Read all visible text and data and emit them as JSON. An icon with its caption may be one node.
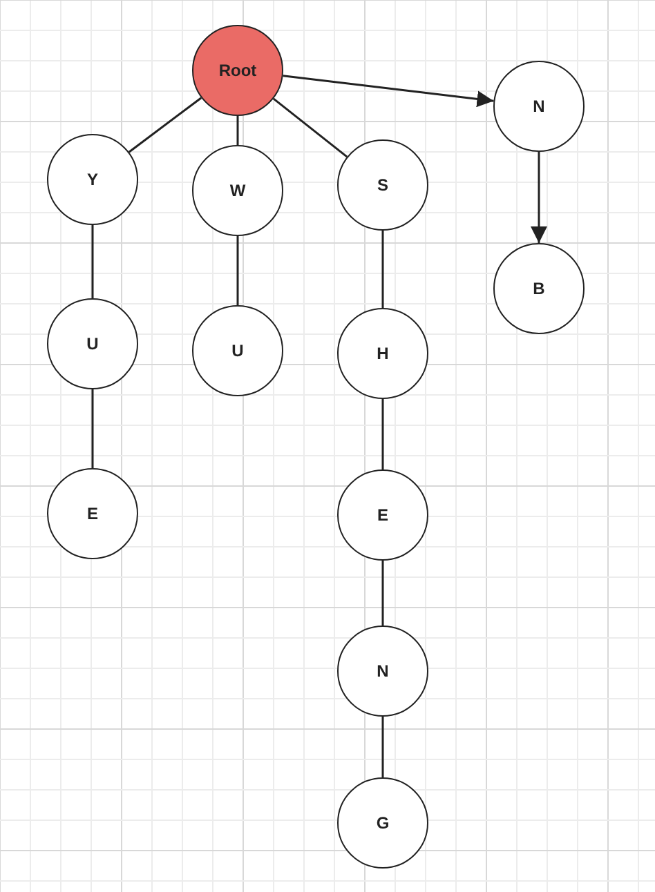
{
  "diagram": {
    "nodes": [
      {
        "text": [
          "Root"
        ]
      },
      {
        "text": [
          "Y"
        ]
      },
      {
        "text": [
          "W"
        ]
      },
      {
        "text": [
          "S"
        ]
      },
      {
        "text": [
          "N"
        ]
      },
      {
        "text": [
          "U"
        ]
      },
      {
        "text": [
          "U"
        ]
      },
      {
        "text": [
          "H"
        ]
      },
      {
        "text": [
          "B"
        ]
      },
      {
        "text": [
          "E"
        ]
      },
      {
        "text": [
          "E"
        ]
      },
      {
        "text": [
          "N"
        ]
      },
      {
        "text": [
          "G"
        ]
      }
    ],
    "edges": [
      {
        "from": 0,
        "to": 1,
        "arrow": "none"
      },
      {
        "from": 0,
        "to": 2,
        "arrow": "none"
      },
      {
        "from": 0,
        "to": 3,
        "arrow": "none"
      },
      {
        "from": 0,
        "to": 4,
        "arrow": "to"
      },
      {
        "from": 1,
        "to": 5,
        "arrow": "none"
      },
      {
        "from": 2,
        "to": 6,
        "arrow": "none"
      },
      {
        "from": 3,
        "to": 7,
        "arrow": "none"
      },
      {
        "from": 4,
        "to": 8,
        "arrow": "to"
      },
      {
        "from": 5,
        "to": 9,
        "arrow": "none"
      },
      {
        "from": 7,
        "to": 10,
        "arrow": "none"
      },
      {
        "from": 10,
        "to": 11,
        "arrow": "none"
      },
      {
        "from": 11,
        "to": 12,
        "arrow": "none"
      }
    ]
  }
}
